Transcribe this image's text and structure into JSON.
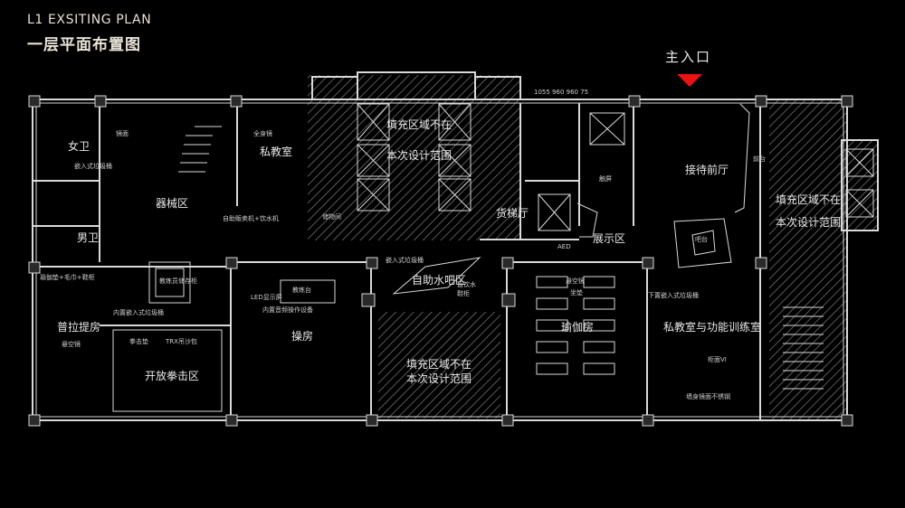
{
  "header": {
    "title_en": "L1 EXSITING PLAN",
    "title_cn": "一层平面布置图"
  },
  "entrance": {
    "label": "主入口",
    "arrow_color": "#e11111"
  },
  "colors": {
    "background": "#000000",
    "wall": "#d9d9d9",
    "hatch": "#6f6f6f",
    "text": "#e8e8e8",
    "accent": "#e11111"
  },
  "rooms": {
    "womens_wc": "女卫",
    "mens_wc": "男卫",
    "equipment": "器械区",
    "private_room": "私教室",
    "unfilled_center_top_1": "填充区域不在",
    "unfilled_center_top_2": "本次设计范围",
    "freight_elevator": "货梯厅",
    "reception": "接待前厅",
    "unfilled_right_1": "填充区域不在",
    "unfilled_right_2": "本次设计范围",
    "exhibition": "展示区",
    "stretch": "普拉提房",
    "boxing": "开放拳击区",
    "exercise": "操房",
    "unfilled_center_bottom_1": "填充区域不在",
    "unfilled_center_bottom_2": "本次设计范围",
    "yoga": "瑜伽房",
    "self_water": "自助水吧区",
    "private_training": "私教室与功能训练室",
    "front_desk": "吧台"
  },
  "notes": {
    "full_mirror": "全身镜",
    "mirror": "镜面",
    "embedded_bin": "嵌入式垃圾桶",
    "vending": "自助贩卖机+饮水机",
    "storage": "储物间",
    "aed": "AED",
    "touch_screen": "触屏",
    "coach_desk": "教练台",
    "led_screen": "LED显示屏",
    "builtin_audio": "内置音频操作设备",
    "builtin_bin": "内置嵌入式垃圾桶",
    "mat_rack": "瑜伽垫+毛巾+鞋柜",
    "punch_bag": "拳击垫",
    "trx": "TRX吊沙包",
    "hanging_mirror": "悬空镜",
    "cushion": "坐垫",
    "suspended": "悬空镜",
    "cabinet": "柜面VI",
    "steel_mirror": "墙身镜面不锈钢",
    "embedded_bin_b": "嵌入式垃圾桶",
    "direct_water": "直饮水",
    "shoe_cabinet": "鞋柜",
    "under_bin": "下置嵌入式垃圾桶",
    "back_desk": "前台",
    "coach_cabinet": "教练员储存柜",
    "dims": "1055  960   960  75"
  }
}
